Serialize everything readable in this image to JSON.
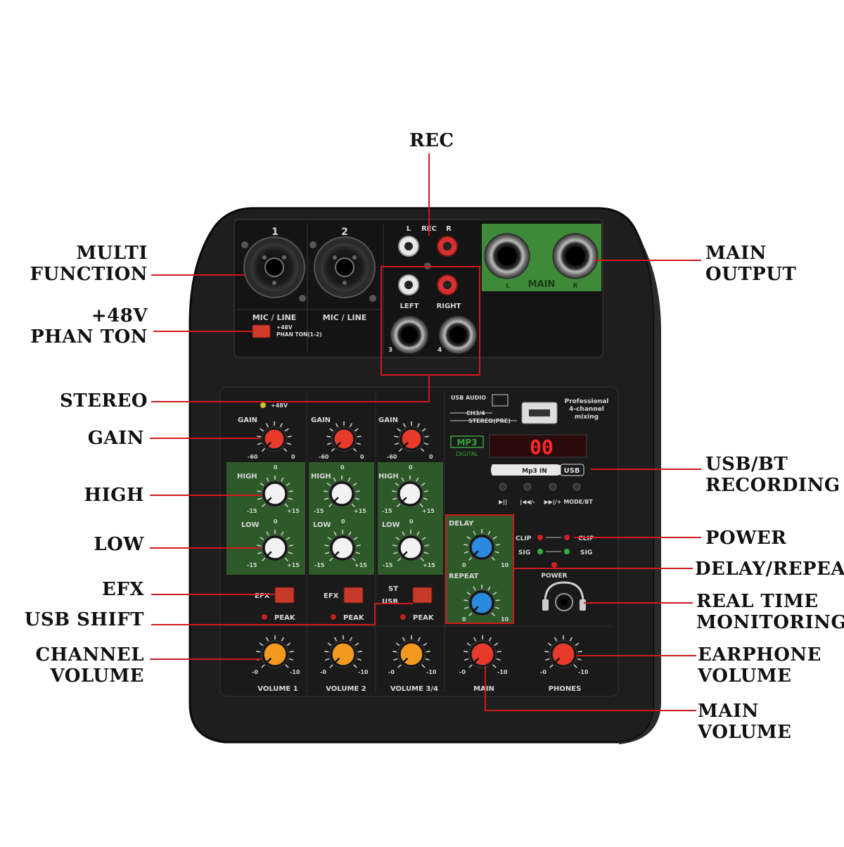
{
  "callouts": {
    "rec": "REC",
    "multi_function": "MULTI\nFUNCTION",
    "phantom": "+48V\nPHAN TON",
    "stereo": "STEREO",
    "gain": "GAIN",
    "high": "HIGH",
    "low": "LOW",
    "efx": "EFX",
    "usb_shift": "USB SHIFT",
    "channel_volume": "CHANNEL\nVOLUME",
    "main_output": "MAIN\nOUTPUT",
    "usb_bt_recording": "USB/BT\nRECORDING",
    "power": "POWER",
    "delay_repeat": "DELAY/REPEAT",
    "real_time_monitoring": "REAL TIME\nMONITORING",
    "earphone_volume": "EARPHONE\nVOLUME",
    "main_volume": "MAIN\nVOLUME"
  },
  "panel": {
    "ch1_num": "1",
    "ch2_num": "2",
    "mic_line": "MIC / LINE",
    "phantom_small_1": "+48V",
    "phantom_small_2": "PHAN TON(1-2)",
    "rec_l": "L",
    "rec": "REC",
    "rec_r": "R",
    "left": "LEFT",
    "right": "RIGHT",
    "jack3": "3",
    "jack4": "4",
    "main": "MAIN",
    "main_l": "L",
    "main_r": "R",
    "led_48v": "+48V",
    "gain": "GAIN",
    "gain_min": "-60",
    "gain_max": "0",
    "high": "HIGH",
    "low": "LOW",
    "eq_min": "-15",
    "eq_mid": "0",
    "eq_max": "+15",
    "efx": "EFX",
    "peak": "PEAK",
    "st": "ST",
    "usb": "USB",
    "vol_min": "-0",
    "vol_max": "-10",
    "volume1": "VOLUME 1",
    "volume2": "VOLUME 2",
    "volume34": "VOLUME 3/4",
    "main_label": "MAIN",
    "phones": "PHONES",
    "usb_audio": "USB AUDIO",
    "ch34": "CH3/4",
    "stereo_pre": "STEREO(PRE)",
    "professional": "Professional",
    "four_channel": "4-channel",
    "mixing": "mixing",
    "mp3": "MP3",
    "digital": "DIGITAL",
    "display": "00",
    "mp3_in": "Mp3 IN",
    "usb_tag": "USB",
    "btn_play": "▶||",
    "btn_prev": "|◀◀/-",
    "btn_next": "▶▶|/+",
    "btn_mode": "MODE/BT",
    "delay": "DELAY",
    "repeat": "REPEAT",
    "dr_min": "0",
    "dr_max": "10",
    "clip": "CLIP",
    "sig": "SIG",
    "power": "POWER"
  },
  "colors": {
    "body": "#1c1c1c",
    "panel": "#141414",
    "eq_green": "#2e5a2a",
    "main_green": "#3f8a3a",
    "leader_red": "#d11a1a",
    "knob_red": "#e83a2a",
    "knob_orange": "#f39a1e",
    "knob_blue": "#2a8ae0",
    "knob_white": "#f2f2f2",
    "display_red": "#ff2a2a"
  }
}
